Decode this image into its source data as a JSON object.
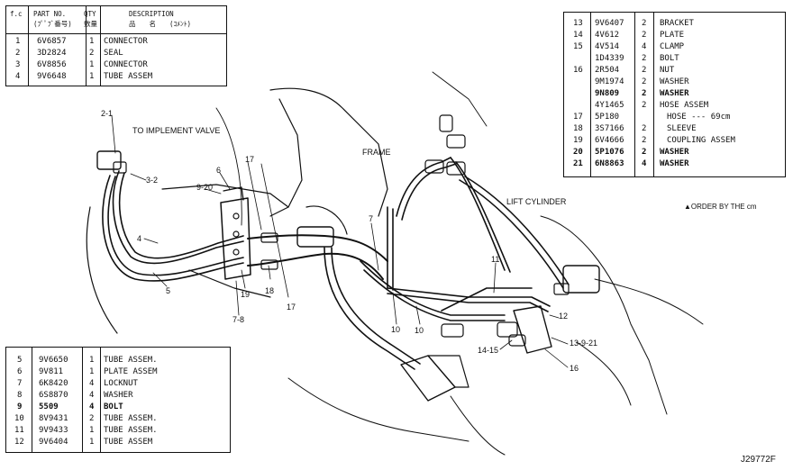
{
  "parts_table_top_left": {
    "headers": {
      "ref": "f.c",
      "part_no": "PART  NO.",
      "qty": "QTY",
      "part_no_sub": "(ﾌﾟﾟﾌﾞ番号)",
      "qty_sub": "数量",
      "desc": "DESCRIPTION",
      "desc_sub": "品　　名　　(ｺﾒﾝﾄ)"
    },
    "rows": [
      {
        "ref": "1",
        "part": "6V6857",
        "qty": "1",
        "desc": "CONNECTOR"
      },
      {
        "ref": "2",
        "part": "3D2824",
        "qty": "2",
        "desc": "SEAL"
      },
      {
        "ref": "3",
        "part": "6V8856",
        "qty": "1",
        "desc": "CONNECTOR"
      },
      {
        "ref": "4",
        "part": "9V6648",
        "qty": "1",
        "desc": "TUBE ASSEM"
      }
    ]
  },
  "parts_table_top_right": {
    "rows": [
      {
        "ref": "13",
        "part": "9V6407",
        "qty": "2",
        "desc": "BRACKET"
      },
      {
        "ref": "14",
        "part": "4V612",
        "qty": "2",
        "desc": "PLATE"
      },
      {
        "ref": "15",
        "part": "4V514",
        "qty": "4",
        "desc": "CLAMP"
      },
      {
        "ref": "",
        "part": "1D4339",
        "qty": "2",
        "desc": "BOLT"
      },
      {
        "ref": "16",
        "part": "2R504",
        "qty": "2",
        "desc": "NUT"
      },
      {
        "ref": "",
        "part": "9M1974",
        "qty": "2",
        "desc": "WASHER"
      },
      {
        "ref": "",
        "part": "9N809",
        "qty": "2",
        "desc": "WASHER"
      },
      {
        "ref": "",
        "part": "4Y1465",
        "qty": "2",
        "desc": "HOSE ASSEM"
      },
      {
        "ref": "17",
        "part": "5P180",
        "qty": "",
        "desc": "HOSE --- 69cm"
      },
      {
        "ref": "18",
        "part": "3S7166",
        "qty": "2",
        "desc": "SLEEVE"
      },
      {
        "ref": "19",
        "part": "6V4666",
        "qty": "2",
        "desc": "COUPLING ASSEM"
      },
      {
        "ref": "20",
        "part": "5P1076",
        "qty": "2",
        "desc": "WASHER"
      },
      {
        "ref": "21",
        "part": "6N8863",
        "qty": "4",
        "desc": "WASHER"
      }
    ]
  },
  "parts_table_bottom_left": {
    "rows": [
      {
        "ref": "5",
        "part": "9V6650",
        "qty": "1",
        "desc": "TUBE ASSEM."
      },
      {
        "ref": "6",
        "part": "9V811",
        "qty": "1",
        "desc": "PLATE ASSEM"
      },
      {
        "ref": "7",
        "part": "6K8420",
        "qty": "4",
        "desc": "LOCKNUT"
      },
      {
        "ref": "8",
        "part": "6S8870",
        "qty": "4",
        "desc": "WASHER"
      },
      {
        "ref": "9",
        "part": "5509",
        "qty": "4",
        "desc": "BOLT"
      },
      {
        "ref": "10",
        "part": "8V9431",
        "qty": "2",
        "desc": "TUBE ASSEM."
      },
      {
        "ref": "11",
        "part": "9V9433",
        "qty": "1",
        "desc": "TUBE ASSEM."
      },
      {
        "ref": "12",
        "part": "9V6404",
        "qty": "1",
        "desc": "TUBE ASSEM"
      }
    ]
  },
  "diagram_labels": {
    "to_implement_valve": "TO IMPLEMENT VALVE",
    "frame": "FRAME",
    "lift_cylinder": "LIFT CYLINDER",
    "order_note": "▲ORDER BY THE cm",
    "drawing_no": "J29772F"
  },
  "callouts": {
    "c2_1": "2-1",
    "c3_2": "3-2",
    "c9_20": "9-20",
    "c6": "6",
    "c17a": "17",
    "c4": "4",
    "c5": "5",
    "c19": "19",
    "c18": "18",
    "c17b": "17",
    "c7_8": "7-8",
    "c7": "7",
    "c10a": "10",
    "c10b": "10",
    "c11": "11",
    "c12": "12",
    "c14_15": "14-15",
    "c13_9_21": "13-9-21",
    "c16": "16"
  }
}
